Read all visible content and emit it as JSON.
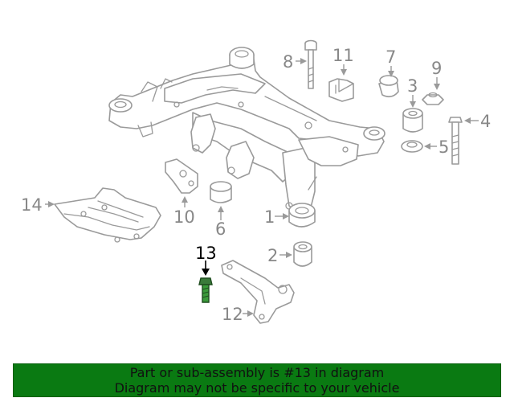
{
  "callouts": {
    "c1": "1",
    "c2": "2",
    "c3": "3",
    "c4": "4",
    "c5": "5",
    "c6": "6",
    "c7": "7",
    "c8": "8",
    "c9": "9",
    "c10": "10",
    "c11": "11",
    "c12": "12",
    "c13": "13",
    "c14": "14"
  },
  "highlighted_part": "13",
  "banner": {
    "line1": "Part or sub-assembly is #13 in diagram",
    "line2": "Diagram may not be specific to your vehicle"
  },
  "colors": {
    "banner_bg": "#0a7a12",
    "line_art": "#9a9a9a",
    "highlight": "#000000",
    "highlight_part": "#2e8b2e"
  }
}
